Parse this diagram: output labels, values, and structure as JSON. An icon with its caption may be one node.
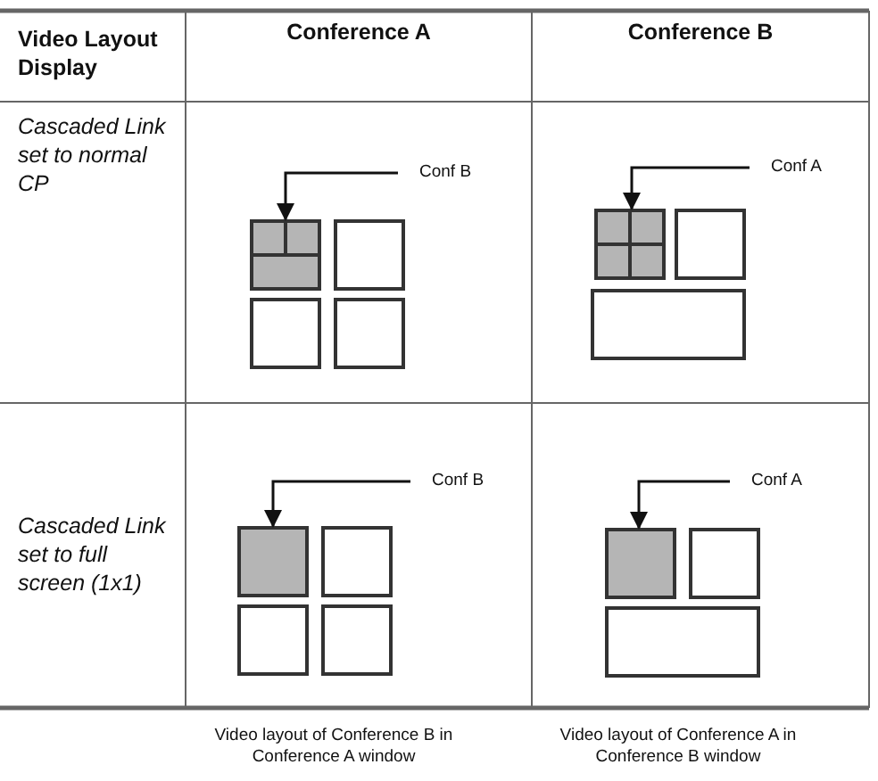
{
  "diagram": {
    "nodes": [
      {
        "text": [
          "Conf B"
        ]
      },
      {
        "text": [],
        "shape": "box"
      },
      {
        "text": [
          "Conf A"
        ]
      },
      {
        "text": [],
        "shape": "box"
      },
      {
        "text": [
          "Conf B"
        ]
      },
      {
        "text": [],
        "shape": "box"
      },
      {
        "text": [
          "Conf A"
        ]
      },
      {
        "text": [],
        "shape": "box"
      }
    ],
    "edges": [
      {
        "from": 0,
        "to": 1,
        "arrow": "to"
      },
      {
        "from": 2,
        "to": 3,
        "arrow": "to"
      },
      {
        "from": 4,
        "to": 5,
        "arrow": "to"
      },
      {
        "from": 6,
        "to": 7,
        "arrow": "to"
      }
    ],
    "labels": [
      "Video Layout Display",
      "Conference A",
      "Conference B",
      "Cascaded Link set to normal CP",
      "Cascaded Link set to full screen (1x1)",
      "Video layout of Conference B in Conference A window",
      "Video layout of Conference A in Conference B window"
    ]
  }
}
